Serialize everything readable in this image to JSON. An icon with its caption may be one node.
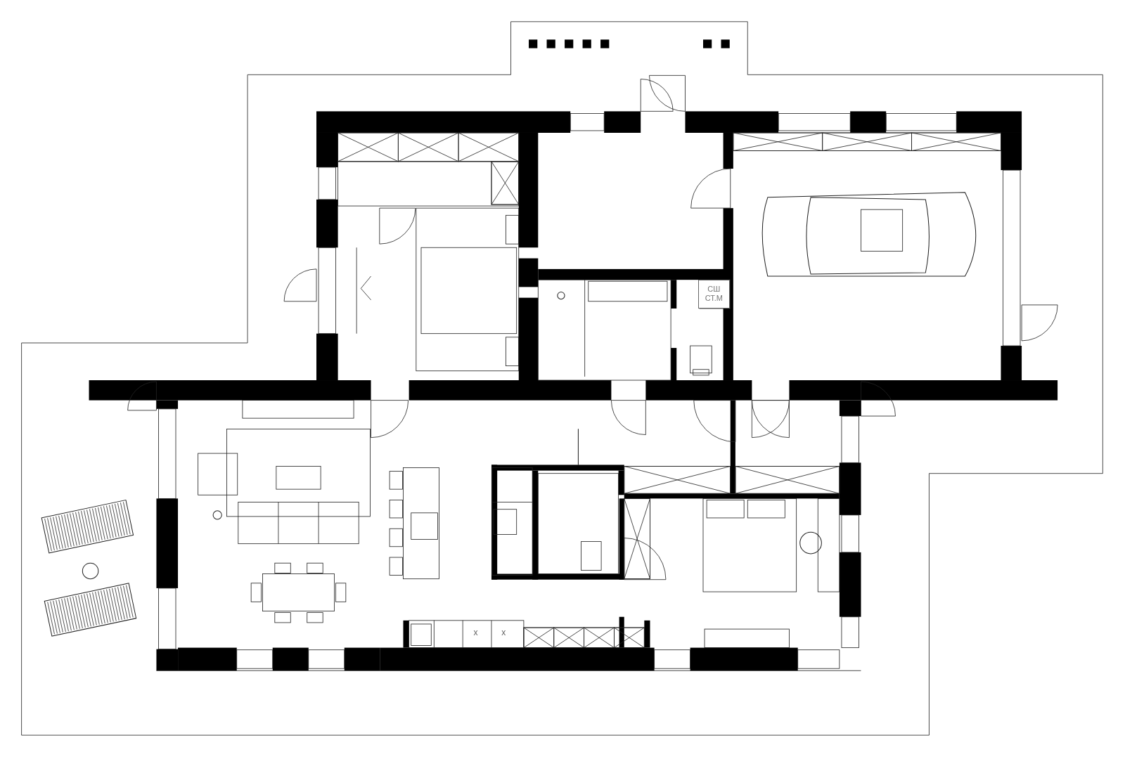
{
  "diagram": {
    "nodes": [
      {
        "text": [
          "СШ",
          "СТ.М"
        ]
      }
    ],
    "labels": [
      "x",
      "x"
    ]
  }
}
